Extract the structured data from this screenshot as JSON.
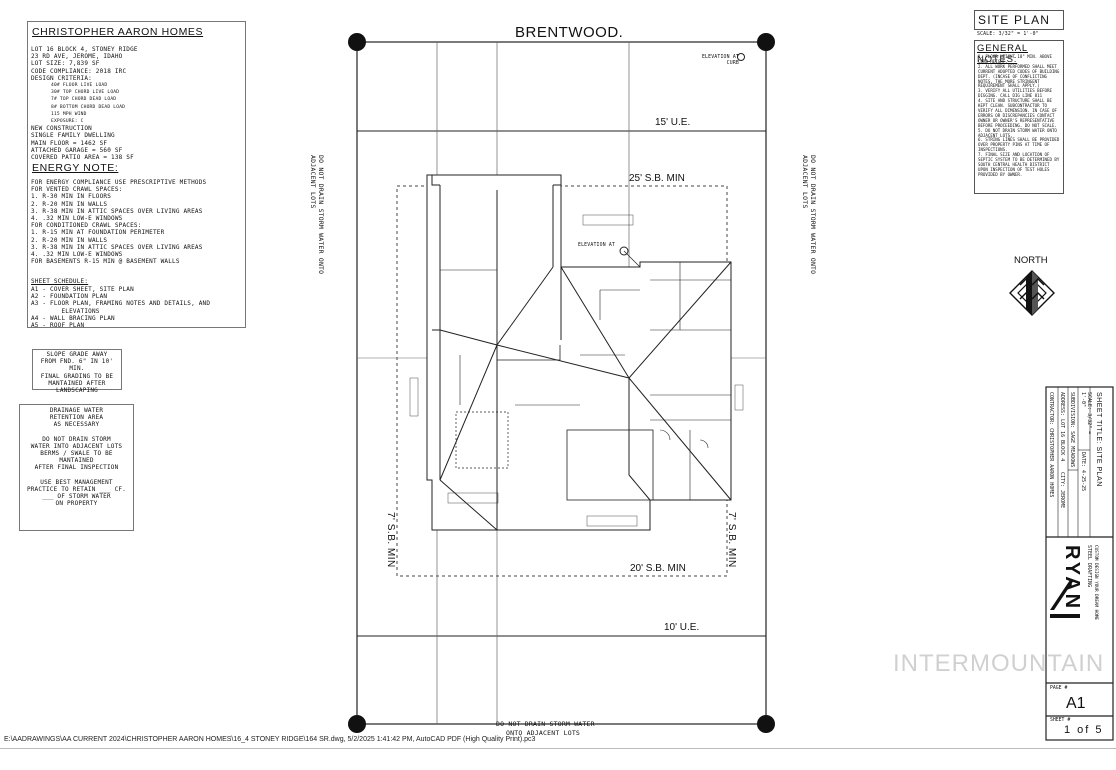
{
  "project": {
    "title": "CHRISTOPHER AARON HOMES",
    "info_lines": [
      "LOT 16   BLOCK 4, STONEY RIDGE",
      "23 RD AVE, JEROME, IDAHO",
      "LOT SIZE: 7,839 SF",
      "CODE COMPLIANCE: 2018 IRC",
      "DESIGN CRITERIA:",
      "40# FLOOR LIVE LOAD",
      "30# TOP CHORD LIVE LOAD",
      "7# TOP CHORD DEAD LOAD",
      "8# BOTTOM CHORD DEAD LOAD",
      "115 MPH WIND",
      "EXPOSURE: C",
      "NEW CONSTRUCTION",
      "SINGLE FAMILY DWELLING",
      "MAIN FLOOR = 1462 SF",
      "ATTACHED GARAGE = 560 SF",
      "COVERED PATIO AREA = 138 SF"
    ]
  },
  "energy": {
    "title": "ENERGY NOTE:",
    "lines": [
      "FOR ENERGY COMPLIANCE USE PRESCRIPTIVE METHODS",
      "FOR VENTED CRAWL SPACES:",
      "1. R-30 MIN IN FLOORS",
      "2. R-20 MIN IN WALLS",
      "3. R-38 MIN IN ATTIC SPACES OVER LIVING AREAS",
      "4. .32 MIN LOW-E WINDOWS",
      "FOR CONDITIONED CRAWL SPACES:",
      "1. R-15 MIN AT FOUNDATION PERIMETER",
      "2. R-20 MIN IN WALLS",
      "3. R-38 MIN IN ATTIC SPACES OVER LIVING AREAS",
      "4. .32 MIN LOW-E WINDOWS",
      "FOR BASEMENTS R-15 MIN @ BASEMENT WALLS"
    ],
    "sheet_title": "SHEET SCHEDULE:",
    "sheets": [
      "A1 - COVER SHEET, SITE PLAN",
      "A2 - FOUNDATION PLAN",
      "A3 - FLOOR PLAN, FRAMING NOTES AND DETAILS, AND",
      "        ELEVATIONS",
      "A4 - WALL BRACING PLAN",
      "A5 - ROOF PLAN"
    ]
  },
  "slope_note": [
    "SLOPE GRADE AWAY",
    "FROM FND. 6\" IN 10' MIN.",
    "FINAL GRADING TO BE",
    "MANTAINED AFTER",
    "LANDSCAPING"
  ],
  "drainage_note": [
    "DRAINAGE WATER",
    "RETENTION AREA",
    "AS NECESSARY",
    "",
    "DO NOT DRAIN STORM",
    "WATER INTO ADJACENT LOTS",
    "BERMS / SWALE TO BE",
    "MANTAINED",
    "AFTER FINAL INSPECTION",
    "",
    "USE BEST MANAGEMENT",
    "PRACTICE TO RETAIN ___ CF.",
    "___ OF STORM WATER",
    "ON PROPERTY"
  ],
  "site": {
    "street": "BRENTWOOD.",
    "ue_top": "15' U.E.",
    "sb_top": "25' S.B. MIN",
    "sb_bottom": "20' S.B. MIN",
    "ue_bottom": "10' U.E.",
    "sb_left": "7' S.B. MIN",
    "sb_right": "7' S.B. MIN",
    "drain_left": "DO NOT DRAIN STORM WATER ONTO ADJACENT LOTS",
    "drain_right": "DO NOT DRAIN STORM WATER ONTO ADJACENT LOTS",
    "drain_bottom_1": "DO NOT DRAIN STORM WATER",
    "drain_bottom_2": "ONTO ADJACENT LOTS",
    "elev_top": "ELEVATION AT CURB",
    "elev_mid": "ELEVATION AT",
    "north": "NORTH"
  },
  "site_plan": {
    "title": "SITE PLAN",
    "scale": "SCALE: 3/32\" = 1'-0\"",
    "notes_title": "GENERAL NOTES:",
    "notes": [
      "1. FLOOR HEIGHT 18\" MIN. ABOVE CURB HEIGHT.",
      "2. ALL WORK PERFORMED SHALL MEET CURRENT ADOPTED CODES OF BUILDING DEPT. (INCASE OF CONFLICTING NOTES, THE MORE STRINGENT REQUIREMENT SHALL APPLY.)",
      "3. VERIFY ALL UTILITIES BEFORE DIGGING. CALL DIG LINE 811",
      "4. SITE AND STRUCTURE SHALL BE KEPT CLEAN. SUBCONTRACTOR TO VERIFY ALL DIMENSION. IN CASE OF ERRORS OR DISCREPANCIES CONTACT OWNER OR OWNER'S REPRESENTATIVE BEFORE PROCEEDING. DO NOT SCALE.",
      "5. DO NOT DRAIN STORM WATER ONTO ADJACENT LOTS.",
      "6. STRING LINES SHALL BE PROVIDED OVER PROPERTY PINS AT TIME OF INSPECTIONS.",
      "7. FINAL SIZE AND LOCATION OF SEPTIC SYSTEM TO BE DETERMINED BY SOUTH CENTRAL HEALTH DISTRICT UPON INSPECTION OF TEST HOLES PROVIDED BY OWNER."
    ]
  },
  "title_block": {
    "contractor": "CONTRACTOR: CHRISTOPHER AARON HOMES",
    "address": "ADDRESS: LOT 16   BLOCK 4",
    "city": "CITY: JEROME",
    "subdivision": "SUBDIVISION: SAGE MEADOWS",
    "scale": "SCALE: 3/32\" = 1'-0\"",
    "date": "DATE: 4-25-25",
    "sheet_title": "SHEET TITLE: SITE PLAN",
    "firm": "RYAN",
    "firm_sub": "STEEL DRAFTING",
    "firm_tag": "CUSTOM DESIGN YOUR DREAM HOME",
    "page_label": "PAGE #",
    "page": "A1",
    "sheet_of_label": "SHEET #",
    "sheet_of": "1 of 5"
  },
  "watermark": "INTERMOUNTAIN",
  "file_path": "E:\\AADRAWINGS\\AA CURRENT 2024\\CHRISTOPHER AARON HOMES\\16_4 STONEY RIDGE\\164 SR.dwg, 5/2/2025 1:41:42 PM, AutoCAD PDF (High Quality Print).pc3"
}
